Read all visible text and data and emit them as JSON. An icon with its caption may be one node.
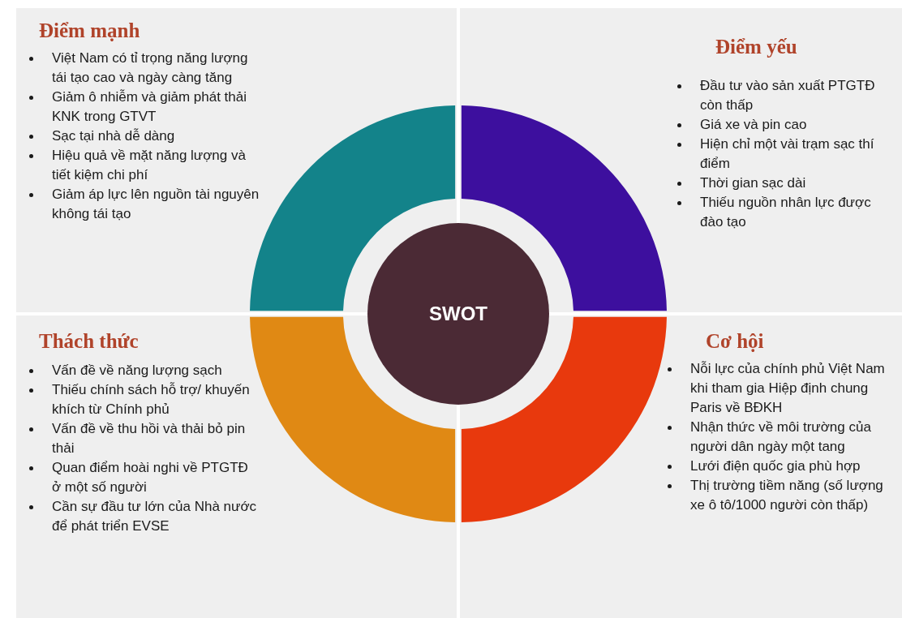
{
  "diagram": {
    "nodes": [
      {
        "text": [
          "Điểm mạnh",
          "Việt Nam có tỉ trọng năng lượng tái tạo cao và ngày càng tăng",
          "Giảm ô nhiễm và giảm phát thải KNK trong GTVT",
          "Sạc tại nhà dễ dàng",
          "Hiệu quả về mặt năng lượng và tiết kiệm chi phí",
          "Giảm áp lực lên nguồn tài nguyên không tái tạo"
        ]
      },
      {
        "text": [
          "Điểm yếu",
          "Đầu tư vào sản xuất PTGTĐ còn thấp",
          "Giá xe và pin cao",
          "Hiện chỉ một vài trạm sạc thí điểm",
          "Thời gian sạc dài",
          "Thiếu nguồn nhân lực được đào tạo"
        ]
      },
      {
        "text": [
          "Thách thức",
          "Vấn đề về năng lượng sạch",
          "Thiếu chính sách hỗ trợ/ khuyến khích từ Chính phủ",
          "Vấn đề về thu hồi và thải bỏ pin thải",
          "Quan điểm hoài nghi về PTGTĐ ở một số người",
          "Cần sự đầu tư lớn của Nhà nước để phát triển EVSE"
        ]
      },
      {
        "text": [
          "Cơ hội",
          "Nỗi lực của chính phủ Việt Nam khi tham gia Hiệp định chung Paris về BĐKH",
          "Nhận thức về môi trường của người dân ngày một tang",
          "Lưới điện quốc gia phù hợp",
          "Thị trường tiềm năng (số lượng xe ô tô/1000 người còn thấp)"
        ]
      },
      {
        "text": [],
        "shape": "arc",
        "in": 0
      },
      {
        "text": [],
        "shape": "arc",
        "in": 1
      },
      {
        "text": [],
        "shape": "arc",
        "in": 2
      },
      {
        "text": [],
        "shape": "arc",
        "in": 3
      },
      {
        "text": [
          "SWOT"
        ]
      }
    ]
  }
}
